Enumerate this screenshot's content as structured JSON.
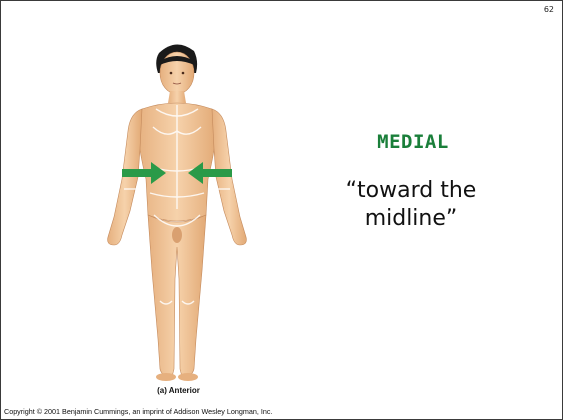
{
  "slide": {
    "page_number": "62",
    "title": "MEDIAL",
    "definition": "“toward the midline”",
    "figure_caption": "(a) Anterior",
    "copyright": "Copyright © 2001 Benjamin Cummings, an imprint of Addison Wesley Longman, Inc."
  },
  "colors": {
    "title_green": "#1a7f3a",
    "arrow_green": "#2a9a48",
    "skin": "#f2c79b"
  },
  "icons": {
    "left_arrow": "arrow-right-icon",
    "right_arrow": "arrow-left-icon"
  }
}
